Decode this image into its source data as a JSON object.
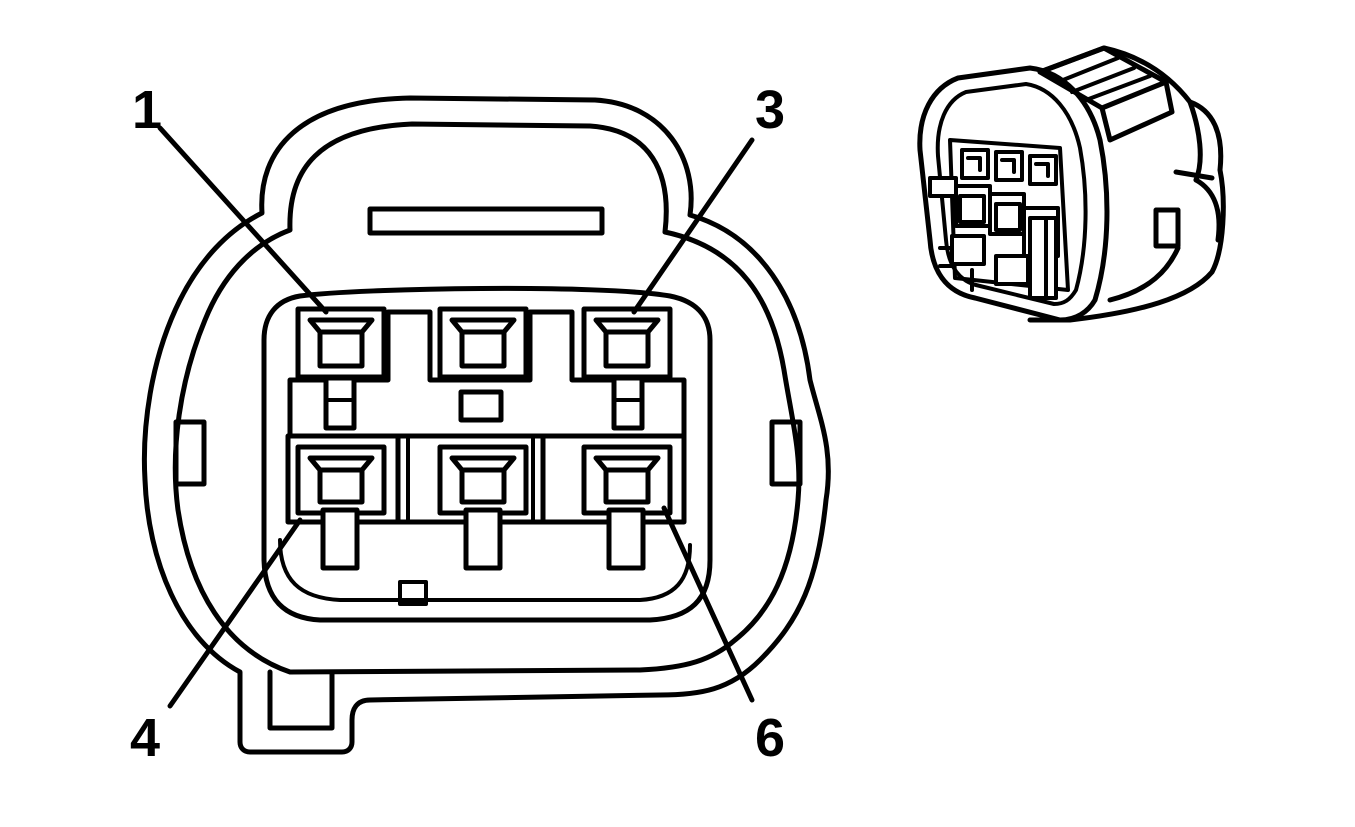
{
  "colors": {
    "line": "#000000",
    "background": "#ffffff"
  },
  "labels": {
    "pin1": "1",
    "pin3": "3",
    "pin4": "4",
    "pin6": "6"
  }
}
